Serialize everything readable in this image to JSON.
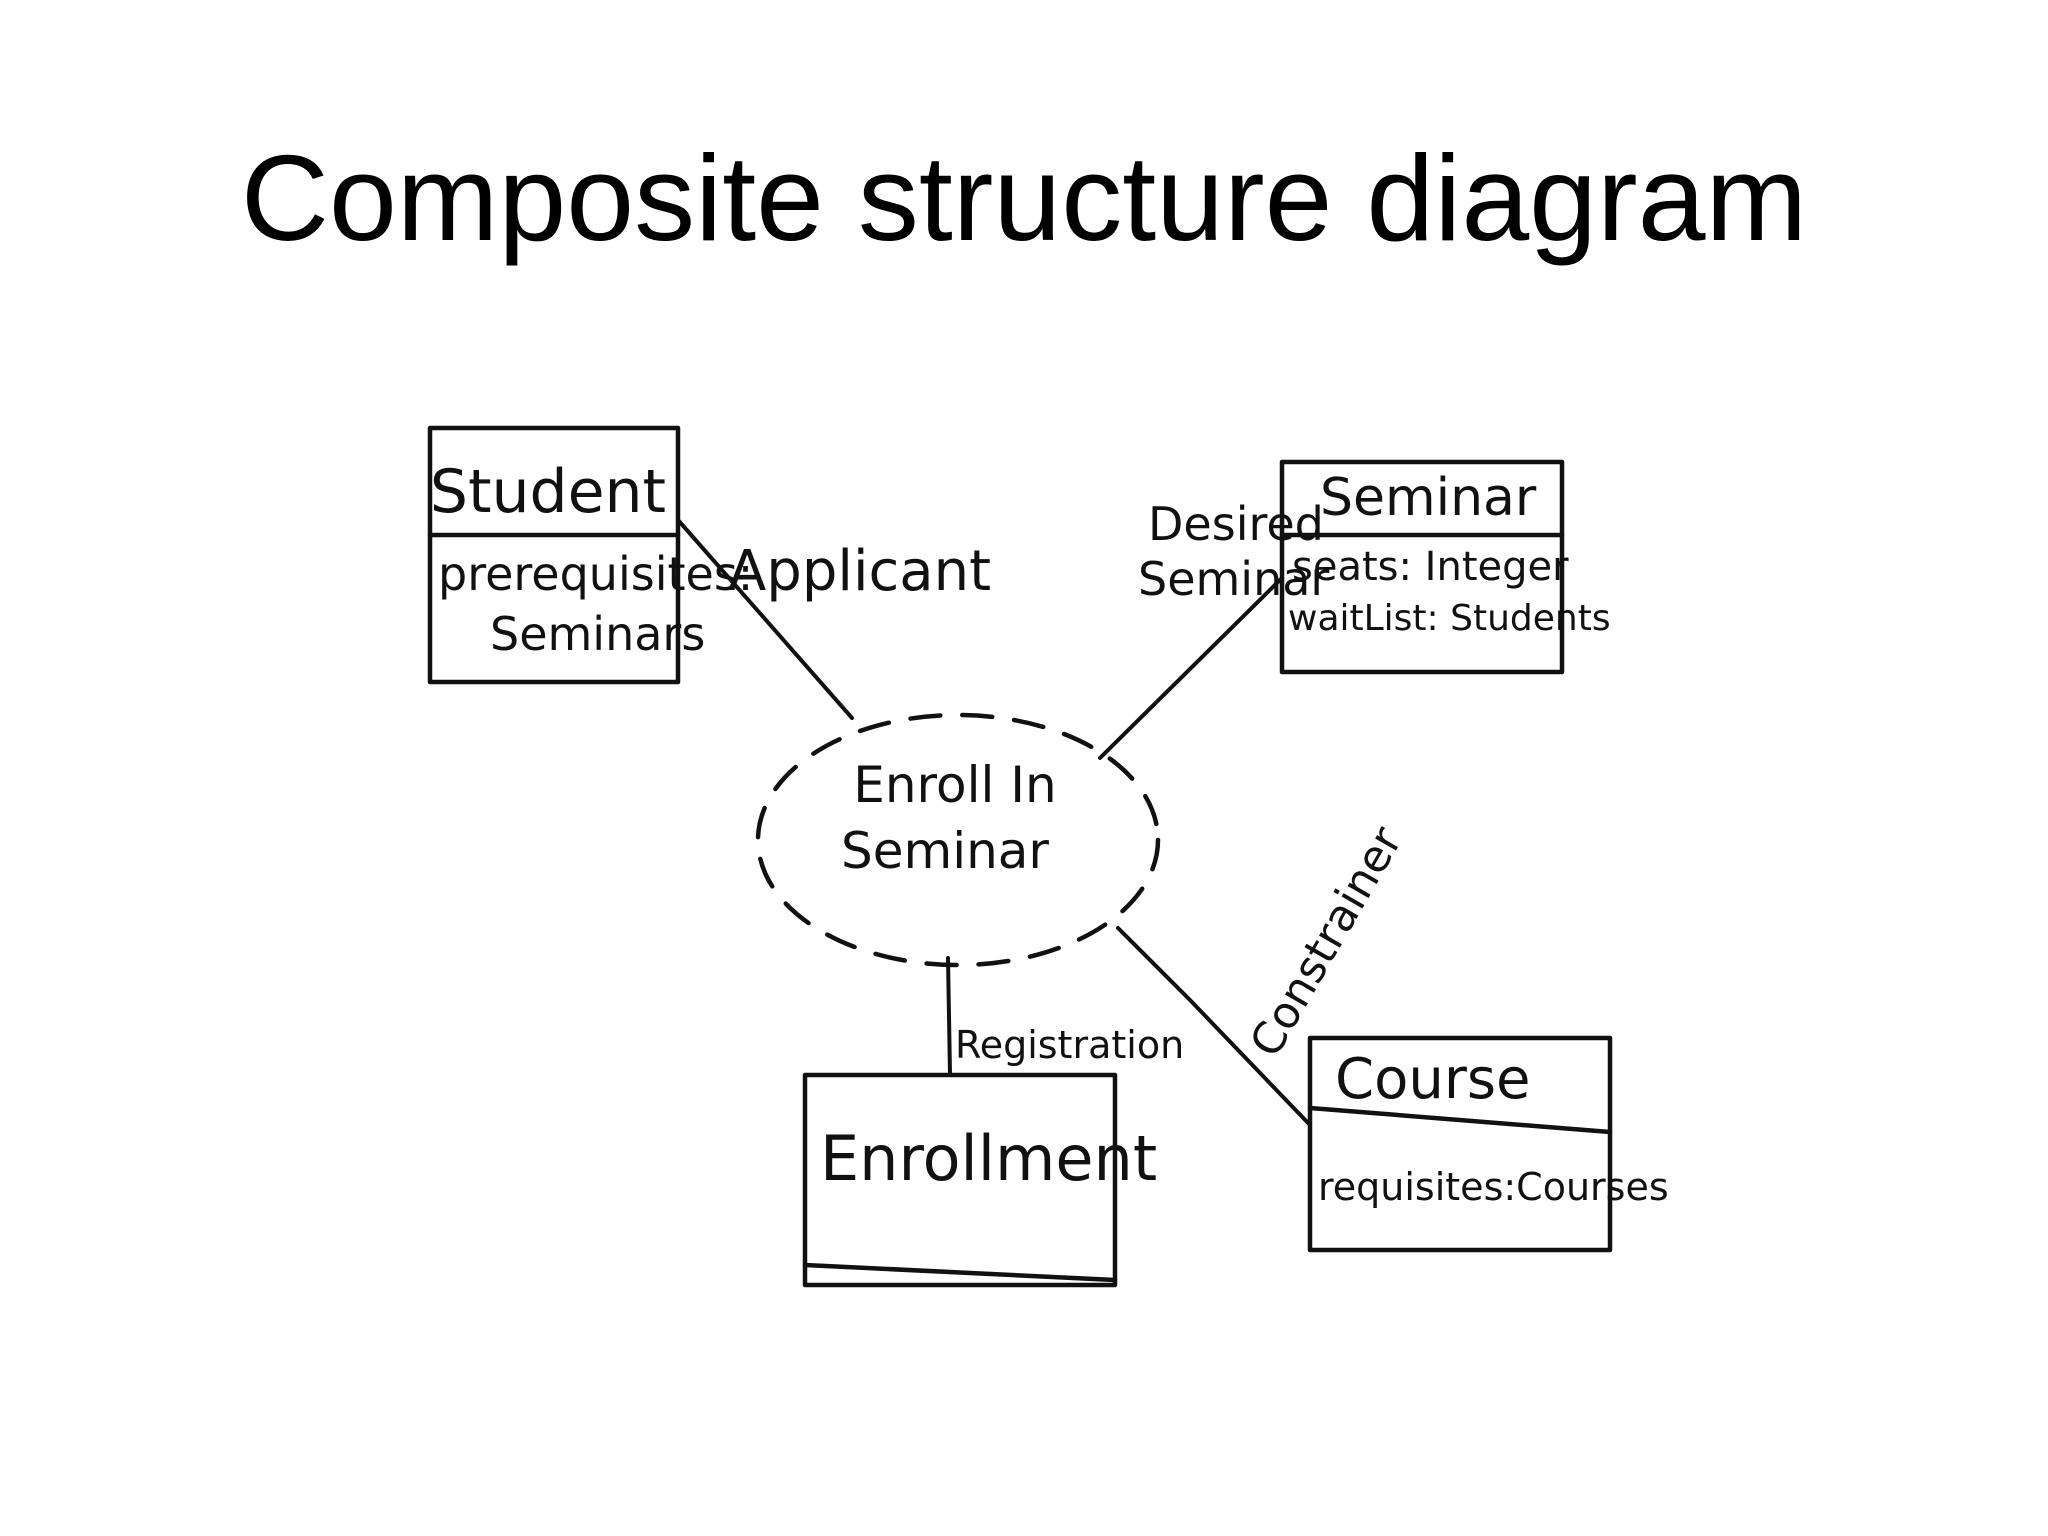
{
  "title": "Composite structure diagram",
  "collaboration": {
    "line1": "Enroll In",
    "line2": "Seminar"
  },
  "classes": {
    "student": {
      "name": "Student",
      "attr_line1": "prerequisites:",
      "attr_line2": "Seminars"
    },
    "seminar": {
      "name": "Seminar",
      "attr_line1": "seats: Integer",
      "attr_line2": "waitList: Students"
    },
    "enrollment": {
      "name": "Enrollment"
    },
    "course": {
      "name": "Course",
      "attr_line1": "requisites:Courses"
    }
  },
  "roles": {
    "applicant": "Applicant",
    "desired_seminar_line1": "Desired",
    "desired_seminar_line2": "Seminar",
    "registration": "Registration",
    "constrainer": "Constrainer"
  },
  "colors": {
    "ink": "#111111",
    "background": "#ffffff"
  }
}
